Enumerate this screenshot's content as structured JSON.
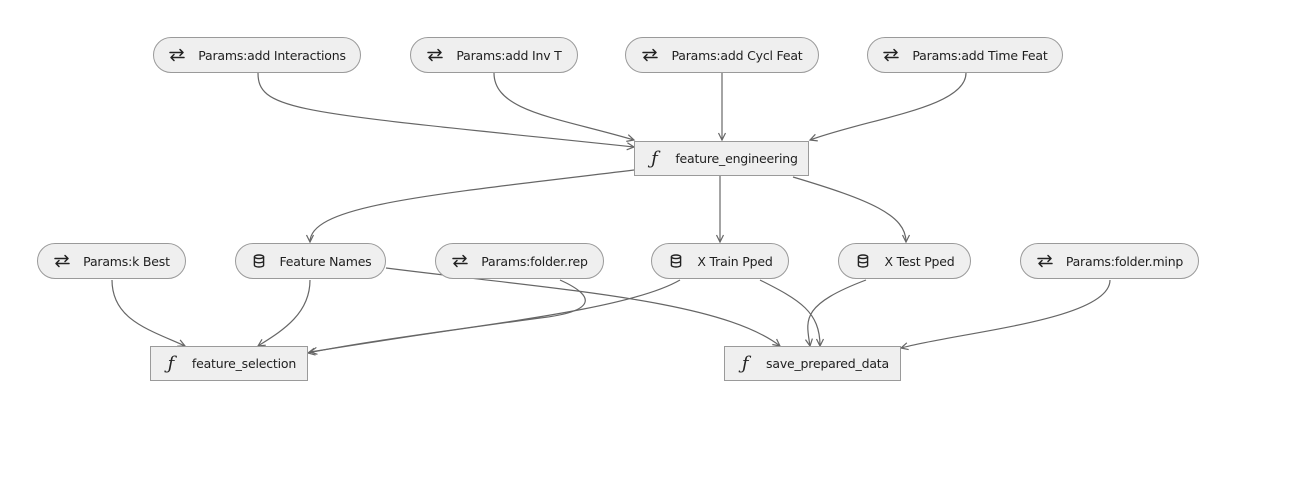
{
  "diagram": {
    "nodes": [
      {
        "id": "p_interactions",
        "label": "Params:add Interactions",
        "kind": "param",
        "icon": "swap-arrows-icon"
      },
      {
        "id": "p_invt",
        "label": "Params:add Inv T",
        "kind": "param",
        "icon": "swap-arrows-icon"
      },
      {
        "id": "p_cycl",
        "label": "Params:add Cycl Feat",
        "kind": "param",
        "icon": "swap-arrows-icon"
      },
      {
        "id": "p_time",
        "label": "Params:add Time Feat",
        "kind": "param",
        "icon": "swap-arrows-icon"
      },
      {
        "id": "fe",
        "label": "feature_engineering",
        "kind": "function",
        "icon": "function-icon"
      },
      {
        "id": "p_kbest",
        "label": "Params:k Best",
        "kind": "param",
        "icon": "swap-arrows-icon"
      },
      {
        "id": "d_names",
        "label": "Feature Names",
        "kind": "dataset",
        "icon": "database-icon"
      },
      {
        "id": "p_rep",
        "label": "Params:folder.rep",
        "kind": "param",
        "icon": "swap-arrows-icon"
      },
      {
        "id": "d_xtrain",
        "label": "X Train Pped",
        "kind": "dataset",
        "icon": "database-icon"
      },
      {
        "id": "d_xtest",
        "label": "X Test Pped",
        "kind": "dataset",
        "icon": "database-icon"
      },
      {
        "id": "p_minp",
        "label": "Params:folder.minp",
        "kind": "param",
        "icon": "swap-arrows-icon"
      },
      {
        "id": "fs",
        "label": "feature_selection",
        "kind": "function",
        "icon": "function-icon"
      },
      {
        "id": "spd",
        "label": "save_prepared_data",
        "kind": "function",
        "icon": "function-icon"
      }
    ],
    "edges": [
      {
        "from": "p_interactions",
        "to": "fe"
      },
      {
        "from": "p_invt",
        "to": "fe"
      },
      {
        "from": "p_cycl",
        "to": "fe"
      },
      {
        "from": "p_time",
        "to": "fe"
      },
      {
        "from": "fe",
        "to": "d_names"
      },
      {
        "from": "fe",
        "to": "d_xtrain"
      },
      {
        "from": "fe",
        "to": "d_xtest"
      },
      {
        "from": "p_kbest",
        "to": "fs"
      },
      {
        "from": "d_names",
        "to": "fs"
      },
      {
        "from": "p_rep",
        "to": "fs"
      },
      {
        "from": "d_xtrain",
        "to": "fs"
      },
      {
        "from": "d_names",
        "to": "spd"
      },
      {
        "from": "d_xtrain",
        "to": "spd"
      },
      {
        "from": "d_xtest",
        "to": "spd"
      },
      {
        "from": "p_minp",
        "to": "spd"
      }
    ]
  },
  "colors": {
    "node_fill": "#efefef",
    "node_border": "#9a9a9a",
    "edge": "#666666",
    "background": "#ffffff"
  }
}
